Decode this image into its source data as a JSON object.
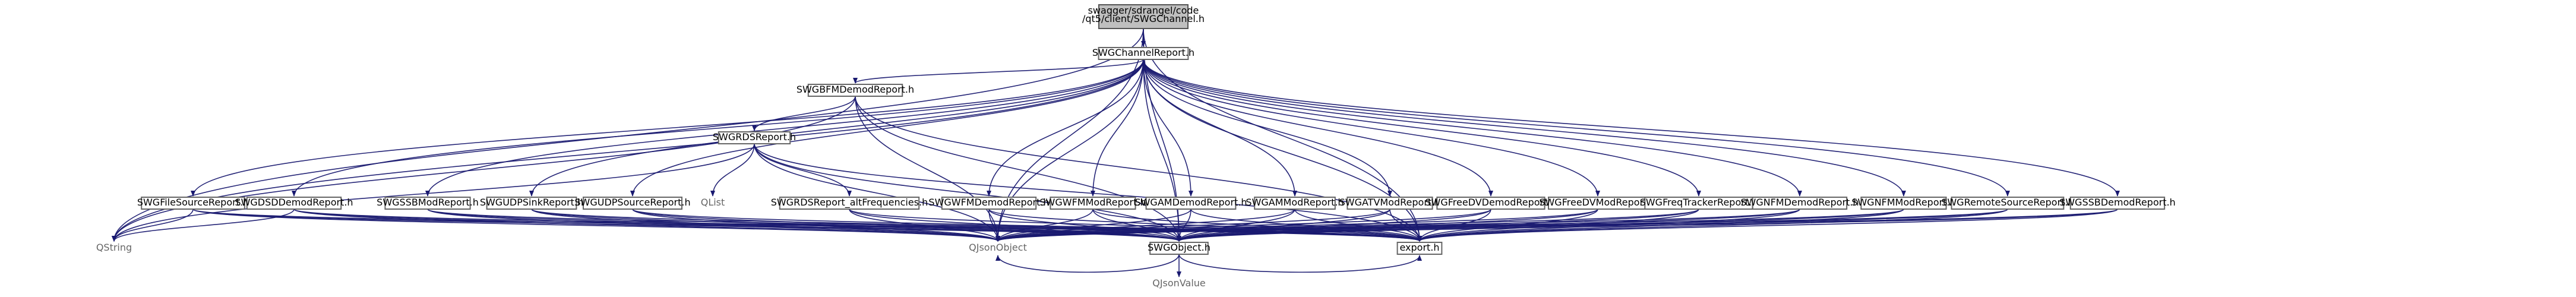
{
  "nodes": [
    {
      "id": "root_a",
      "label": "swagger/sdrangel/code",
      "type": "root"
    },
    {
      "id": "root_b",
      "label": "/qt5/client/SWGChannel.h",
      "type": "root"
    },
    {
      "id": "channel_report",
      "label": "SWGChannelReport.h",
      "type": "file"
    },
    {
      "id": "bfm_demod_report",
      "label": "SWGBFMDemodReport.h",
      "type": "file"
    },
    {
      "id": "rds_report",
      "label": "SWGRDSReport.h",
      "type": "file"
    },
    {
      "id": "rds_alt_freq",
      "label": "SWGRDSReport_altFrequencies.h",
      "type": "file"
    },
    {
      "id": "qlist",
      "label": "QList",
      "type": "plain"
    },
    {
      "id": "file_source_report",
      "label": "SWGFileSourceReport.h",
      "type": "file"
    },
    {
      "id": "dsd_demod_report",
      "label": "SWGDSDDemodReport.h",
      "type": "file"
    },
    {
      "id": "ssb_mod_report",
      "label": "SWGSSBModReport.h",
      "type": "file"
    },
    {
      "id": "udp_sink_report",
      "label": "SWGUDPSinkReport.h",
      "type": "file"
    },
    {
      "id": "udp_source_report",
      "label": "SWGUDPSourceReport.h",
      "type": "file"
    },
    {
      "id": "wfm_demod_report",
      "label": "SWGWFMDemodReport.h",
      "type": "file"
    },
    {
      "id": "wfm_mod_report",
      "label": "SWGWFMModReport.h",
      "type": "file"
    },
    {
      "id": "am_demod_report",
      "label": "SWGAMDemodReport.h",
      "type": "file"
    },
    {
      "id": "am_mod_report",
      "label": "SWGAMModReport.h",
      "type": "file"
    },
    {
      "id": "atv_mod_report",
      "label": "SWGATVModReport.h",
      "type": "file"
    },
    {
      "id": "freedv_demod_report",
      "label": "SWGFreeDVDemodReport.h",
      "type": "file"
    },
    {
      "id": "freedv_mod_report",
      "label": "SWGFreeDVModReport.h",
      "type": "file"
    },
    {
      "id": "freq_tracker_report",
      "label": "SWGFreqTrackerReport.h",
      "type": "file"
    },
    {
      "id": "nfm_demod_report",
      "label": "SWGNFMDemodReport.h",
      "type": "file"
    },
    {
      "id": "nfm_mod_report",
      "label": "SWGNFMModReport.h",
      "type": "file"
    },
    {
      "id": "remote_source_report",
      "label": "SWGRemoteSourceReport.h",
      "type": "file"
    },
    {
      "id": "ssb_demod_report",
      "label": "SWGSSBDemodReport.h",
      "type": "file"
    },
    {
      "id": "qstring",
      "label": "QString",
      "type": "plain"
    },
    {
      "id": "qjsonobject",
      "label": "QJsonObject",
      "type": "plain"
    },
    {
      "id": "swg_object",
      "label": "SWGObject.h",
      "type": "file"
    },
    {
      "id": "export",
      "label": "export.h",
      "type": "file"
    },
    {
      "id": "qjsonvalue",
      "label": "QJsonValue",
      "type": "plain"
    }
  ],
  "edges": [
    [
      "root",
      "channel_report"
    ],
    [
      "root",
      "qstring"
    ],
    [
      "root",
      "qjsonobject"
    ],
    [
      "root",
      "swg_object"
    ],
    [
      "root",
      "export"
    ],
    [
      "channel_report",
      "bfm_demod_report"
    ],
    [
      "channel_report",
      "file_source_report"
    ],
    [
      "channel_report",
      "dsd_demod_report"
    ],
    [
      "channel_report",
      "ssb_mod_report"
    ],
    [
      "channel_report",
      "udp_sink_report"
    ],
    [
      "channel_report",
      "udp_source_report"
    ],
    [
      "channel_report",
      "wfm_demod_report"
    ],
    [
      "channel_report",
      "wfm_mod_report"
    ],
    [
      "channel_report",
      "am_demod_report"
    ],
    [
      "channel_report",
      "am_mod_report"
    ],
    [
      "channel_report",
      "atv_mod_report"
    ],
    [
      "channel_report",
      "freedv_demod_report"
    ],
    [
      "channel_report",
      "freedv_mod_report"
    ],
    [
      "channel_report",
      "freq_tracker_report"
    ],
    [
      "channel_report",
      "nfm_demod_report"
    ],
    [
      "channel_report",
      "nfm_mod_report"
    ],
    [
      "channel_report",
      "remote_source_report"
    ],
    [
      "channel_report",
      "ssb_demod_report"
    ],
    [
      "channel_report",
      "qstring"
    ],
    [
      "channel_report",
      "qjsonobject"
    ],
    [
      "channel_report",
      "swg_object"
    ],
    [
      "channel_report",
      "export"
    ],
    [
      "bfm_demod_report",
      "rds_report"
    ],
    [
      "bfm_demod_report",
      "qstring"
    ],
    [
      "bfm_demod_report",
      "qjsonobject"
    ],
    [
      "bfm_demod_report",
      "swg_object"
    ],
    [
      "bfm_demod_report",
      "export"
    ],
    [
      "rds_report",
      "rds_alt_freq"
    ],
    [
      "rds_report",
      "qlist"
    ],
    [
      "rds_report",
      "qstring"
    ],
    [
      "rds_report",
      "qjsonobject"
    ],
    [
      "rds_report",
      "swg_object"
    ],
    [
      "rds_report",
      "export"
    ],
    [
      "rds_alt_freq",
      "qjsonobject"
    ],
    [
      "rds_alt_freq",
      "swg_object"
    ],
    [
      "rds_alt_freq",
      "export"
    ],
    [
      "file_source_report",
      "qstring"
    ],
    [
      "file_source_report",
      "qjsonobject"
    ],
    [
      "file_source_report",
      "swg_object"
    ],
    [
      "file_source_report",
      "export"
    ],
    [
      "dsd_demod_report",
      "qstring"
    ],
    [
      "dsd_demod_report",
      "qjsonobject"
    ],
    [
      "dsd_demod_report",
      "swg_object"
    ],
    [
      "dsd_demod_report",
      "export"
    ],
    [
      "ssb_mod_report",
      "qjsonobject"
    ],
    [
      "ssb_mod_report",
      "swg_object"
    ],
    [
      "ssb_mod_report",
      "export"
    ],
    [
      "udp_sink_report",
      "qjsonobject"
    ],
    [
      "udp_sink_report",
      "swg_object"
    ],
    [
      "udp_sink_report",
      "export"
    ],
    [
      "udp_source_report",
      "qjsonobject"
    ],
    [
      "udp_source_report",
      "swg_object"
    ],
    [
      "udp_source_report",
      "export"
    ],
    [
      "wfm_demod_report",
      "qjsonobject"
    ],
    [
      "wfm_demod_report",
      "swg_object"
    ],
    [
      "wfm_demod_report",
      "export"
    ],
    [
      "wfm_mod_report",
      "qjsonobject"
    ],
    [
      "wfm_mod_report",
      "swg_object"
    ],
    [
      "wfm_mod_report",
      "export"
    ],
    [
      "am_demod_report",
      "qjsonobject"
    ],
    [
      "am_demod_report",
      "swg_object"
    ],
    [
      "am_demod_report",
      "export"
    ],
    [
      "am_mod_report",
      "qjsonobject"
    ],
    [
      "am_mod_report",
      "swg_object"
    ],
    [
      "am_mod_report",
      "export"
    ],
    [
      "atv_mod_report",
      "qjsonobject"
    ],
    [
      "atv_mod_report",
      "swg_object"
    ],
    [
      "atv_mod_report",
      "export"
    ],
    [
      "freedv_demod_report",
      "qjsonobject"
    ],
    [
      "freedv_demod_report",
      "swg_object"
    ],
    [
      "freedv_demod_report",
      "export"
    ],
    [
      "freedv_mod_report",
      "qjsonobject"
    ],
    [
      "freedv_mod_report",
      "swg_object"
    ],
    [
      "freedv_mod_report",
      "export"
    ],
    [
      "freq_tracker_report",
      "qjsonobject"
    ],
    [
      "freq_tracker_report",
      "swg_object"
    ],
    [
      "freq_tracker_report",
      "export"
    ],
    [
      "nfm_demod_report",
      "qjsonobject"
    ],
    [
      "nfm_demod_report",
      "swg_object"
    ],
    [
      "nfm_demod_report",
      "export"
    ],
    [
      "nfm_mod_report",
      "qjsonobject"
    ],
    [
      "nfm_mod_report",
      "swg_object"
    ],
    [
      "nfm_mod_report",
      "export"
    ],
    [
      "remote_source_report",
      "qjsonobject"
    ],
    [
      "remote_source_report",
      "swg_object"
    ],
    [
      "remote_source_report",
      "export"
    ],
    [
      "ssb_demod_report",
      "qjsonobject"
    ],
    [
      "ssb_demod_report",
      "swg_object"
    ],
    [
      "ssb_demod_report",
      "export"
    ],
    [
      "swg_object",
      "qjsonobject"
    ],
    [
      "swg_object",
      "qjsonvalue"
    ],
    [
      "swg_object",
      "export"
    ]
  ],
  "colors": {
    "edge": "#191970",
    "root_fill": "#bfbfbf",
    "node_fill": "#ffffff",
    "node_border": "#666666",
    "plain_text": "#666666"
  }
}
